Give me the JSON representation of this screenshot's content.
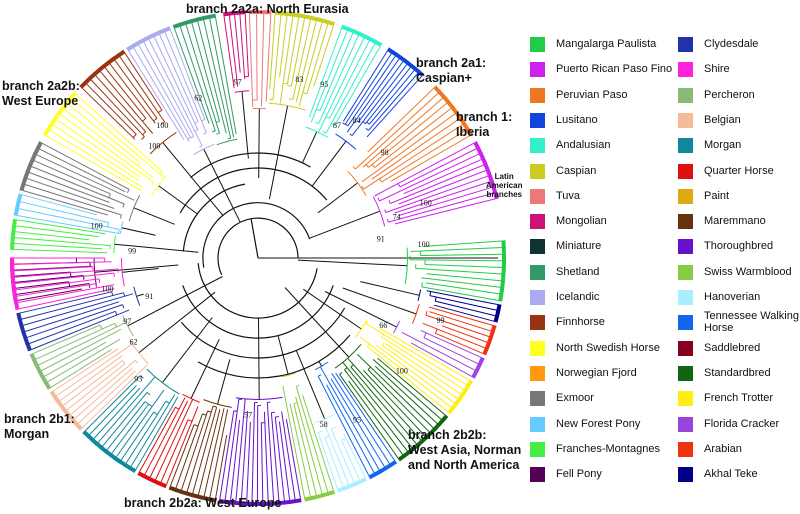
{
  "branch_labels": {
    "north_eurasia": "branch 2a2a: North Eurasia",
    "caspian_line1": "branch 2a1:",
    "caspian_line2": "Caspian+",
    "iberia_line1": "branch 1:",
    "iberia_line2": "Iberia",
    "west_europe_a_line1": "branch 2a2b:",
    "west_europe_a_line2": "West Europe",
    "latin_line1": "Latin",
    "latin_line2": "American",
    "latin_line3": "branches",
    "morgan_line1": "branch 2b1:",
    "morgan_line2": "Morgan",
    "west_asia_line1": "branch 2b2b:",
    "west_asia_line2": "West Asia, Norman",
    "west_asia_line3": "and North America",
    "west_europe_b": "branch 2b2a: West Europe"
  },
  "bootstrap_values": [
    "97",
    "62",
    "100",
    "100",
    "83",
    "95",
    "87",
    "84",
    "98",
    "100",
    "74",
    "91",
    "100",
    "100",
    "99",
    "100",
    "91",
    "97",
    "62",
    "93",
    "99",
    "66",
    "100",
    "57",
    "95",
    "58"
  ],
  "legend": {
    "left": [
      {
        "label": "Mangalarga Paulista",
        "color": "#22cc44"
      },
      {
        "label": "Puerto Rican Paso Fino",
        "color": "#cc22ee"
      },
      {
        "label": "Peruvian Paso",
        "color": "#ee7722"
      },
      {
        "label": "Lusitano",
        "color": "#1144dd"
      },
      {
        "label": "Andalusian",
        "color": "#33eecc"
      },
      {
        "label": "Caspian",
        "color": "#cccc22"
      },
      {
        "label": "Tuva",
        "color": "#ee7777"
      },
      {
        "label": "Mongolian",
        "color": "#cc1177"
      },
      {
        "label": "Miniature",
        "color": "#0d3333"
      },
      {
        "label": "Shetland",
        "color": "#339966"
      },
      {
        "label": "Icelandic",
        "color": "#aaaaee"
      },
      {
        "label": "Finnhorse",
        "color": "#993311"
      },
      {
        "label": "North Swedish Horse",
        "color": "#ffff22"
      },
      {
        "label": "Norwegian Fjord",
        "color": "#ff9911"
      },
      {
        "label": "Exmoor",
        "color": "#777777"
      },
      {
        "label": "New Forest Pony",
        "color": "#66ccff"
      },
      {
        "label": "Franches-Montagnes",
        "color": "#44ee44"
      },
      {
        "label": "Fell Pony",
        "color": "#550055"
      }
    ],
    "right": [
      {
        "label": "Clydesdale",
        "color": "#2233aa"
      },
      {
        "label": "Shire",
        "color": "#ff22dd"
      },
      {
        "label": "Percheron",
        "color": "#88bb77"
      },
      {
        "label": "Belgian",
        "color": "#f5bb99"
      },
      {
        "label": "Morgan",
        "color": "#118899"
      },
      {
        "label": "Quarter Horse",
        "color": "#dd1111"
      },
      {
        "label": "Paint",
        "color": "#ddaa11"
      },
      {
        "label": "Maremmano",
        "color": "#663311"
      },
      {
        "label": "Thoroughbred",
        "color": "#6611cc"
      },
      {
        "label": "Swiss Warmblood",
        "color": "#88cc44"
      },
      {
        "label": "Hanoverian",
        "color": "#aaeeff"
      },
      {
        "label": "Tennessee Walking Horse",
        "color": "#1166ee"
      },
      {
        "label": "Saddlebred",
        "color": "#880022"
      },
      {
        "label": "Standardbred",
        "color": "#116611"
      },
      {
        "label": "French Trotter",
        "color": "#ffee11"
      },
      {
        "label": "Florida Cracker",
        "color": "#9944dd"
      },
      {
        "label": "Arabian",
        "color": "#ee3311"
      },
      {
        "label": "Akhal Teke",
        "color": "#000088"
      }
    ]
  },
  "clades": [
    {
      "color": "#22cc44",
      "start": -4,
      "end": 10,
      "tips": 10
    },
    {
      "color": "#cc22ee",
      "start": -28,
      "end": -14,
      "tips": 11
    },
    {
      "color": "#ee7722",
      "start": -44,
      "end": -30,
      "tips": 10
    },
    {
      "color": "#1144dd",
      "start": -58,
      "end": -48,
      "tips": 10
    },
    {
      "color": "#33eecc",
      "start": -70,
      "end": -60,
      "tips": 8
    },
    {
      "color": "#cccc22",
      "start": -86,
      "end": -72,
      "tips": 11
    },
    {
      "color": "#ee7777",
      "start": -92,
      "end": -87,
      "tips": 4
    },
    {
      "color": "#cc1177",
      "start": -98,
      "end": -93,
      "tips": 5
    },
    {
      "color": "#339966",
      "start": -110,
      "end": -100,
      "tips": 8
    },
    {
      "color": "#aaaaee",
      "start": -122,
      "end": -111,
      "tips": 9
    },
    {
      "color": "#993311",
      "start": -136,
      "end": -123,
      "tips": 10
    },
    {
      "color": "#ffff22",
      "start": -150,
      "end": -138,
      "tips": 9
    },
    {
      "color": "#777777",
      "start": -164,
      "end": -152,
      "tips": 9
    },
    {
      "color": "#66ccff",
      "start": -170,
      "end": -165,
      "tips": 4
    },
    {
      "color": "#44ee44",
      "start": -178,
      "end": -171,
      "tips": 6
    },
    {
      "color": "#550055",
      "start": -190,
      "end": -180,
      "tips": 8
    },
    {
      "color": "#ff22dd",
      "start": 168,
      "end": 180,
      "tips": 9
    },
    {
      "color": "#2233aa",
      "start": 158,
      "end": 167,
      "tips": 7
    },
    {
      "color": "#88bb77",
      "start": 148,
      "end": 157,
      "tips": 7
    },
    {
      "color": "#f5bb99",
      "start": 136,
      "end": 147,
      "tips": 9
    },
    {
      "color": "#118899",
      "start": 120,
      "end": 135,
      "tips": 12
    },
    {
      "color": "#dd1111",
      "start": 112,
      "end": 119,
      "tips": 6
    },
    {
      "color": "#663311",
      "start": 100,
      "end": 111,
      "tips": 9
    },
    {
      "color": "#6611cc",
      "start": 80,
      "end": 99,
      "tips": 16
    },
    {
      "color": "#88cc44",
      "start": 72,
      "end": 79,
      "tips": 6
    },
    {
      "color": "#aaeeff",
      "start": 64,
      "end": 71,
      "tips": 6
    },
    {
      "color": "#1166ee",
      "start": 56,
      "end": 63,
      "tips": 6
    },
    {
      "color": "#116611",
      "start": 40,
      "end": 55,
      "tips": 12
    },
    {
      "color": "#ffee11",
      "start": 30,
      "end": 39,
      "tips": 8
    },
    {
      "color": "#9944dd",
      "start": 24,
      "end": 29,
      "tips": 4
    },
    {
      "color": "#ee3311",
      "start": 16,
      "end": 23,
      "tips": 6
    },
    {
      "color": "#000088",
      "start": 11,
      "end": 15,
      "tips": 4
    }
  ]
}
